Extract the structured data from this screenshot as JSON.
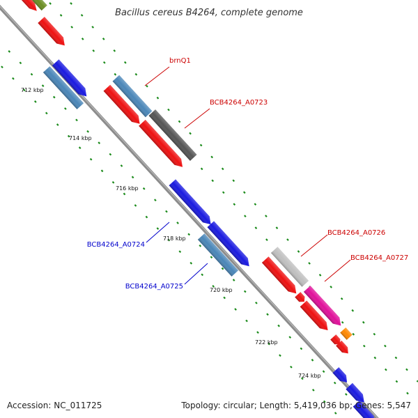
{
  "title": "Bacillus cereus B4264, complete genome",
  "ticks": [
    "712 kbp",
    "714 kbp",
    "716 kbp",
    "718 kbp",
    "720 kbp",
    "722 kbp",
    "724 kbp"
  ],
  "gene_labels": [
    {
      "text": "brnQ1",
      "color": "#cc0000"
    },
    {
      "text": "BCB4264_A0723",
      "color": "#cc0000"
    },
    {
      "text": "BCB4264_A0724",
      "color": "#0000cc"
    },
    {
      "text": "BCB4264_A0725",
      "color": "#0000cc"
    },
    {
      "text": "BCB4264_A0726",
      "color": "#cc0000"
    },
    {
      "text": "BCB4264_A0727",
      "color": "#cc0000"
    }
  ],
  "footer": {
    "accession": "Accession: NC_011725",
    "summary": "Topology: circular; Length: 5,419,036 bp; Genes: 5,547"
  },
  "colors": {
    "backbone": "#8c8c8c",
    "dots": "#1a8a1a",
    "red": "#ee1111",
    "blue": "#1a1ae0",
    "steelblue": "#4a86b8",
    "darkgray": "#555555",
    "lightgray": "#c0c0c0",
    "magenta": "#e0109a",
    "orange": "#ff8800",
    "olive": "#6b8e23"
  }
}
